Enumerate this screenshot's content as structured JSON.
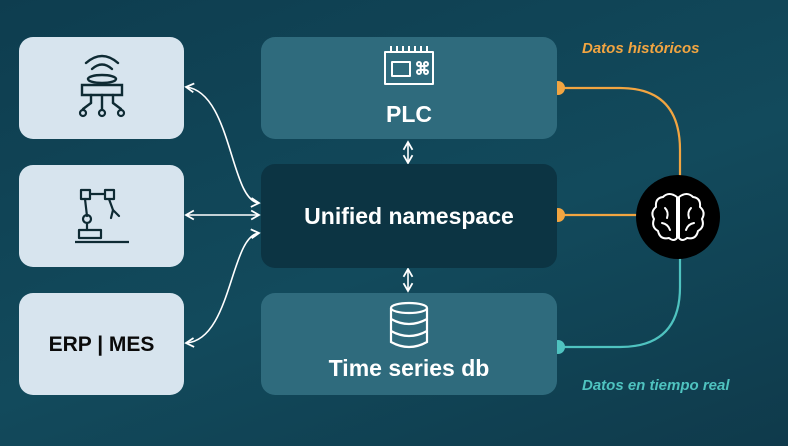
{
  "nodes": {
    "plc": {
      "label": "PLC"
    },
    "unified_namespace": {
      "label": "Unified namespace"
    },
    "time_series": {
      "label": "Time series db"
    },
    "erp_mes": {
      "label": "ERP | MES"
    }
  },
  "annotations": {
    "historical": {
      "text": "Datos históricos",
      "color": "#f2a541"
    },
    "realtime": {
      "text": "Datos en tiempo real",
      "color": "#4fc3c0"
    }
  },
  "icons": {
    "wireless_device": "wireless-device-icon",
    "robot_arm": "robot-arm-icon",
    "plc_module": "plc-module-icon",
    "database": "database-icon",
    "brain": "brain-icon"
  },
  "colors": {
    "left_box": "#d7e4ee",
    "mid_box": "#2f6b7d",
    "center_box": "#0c3443",
    "historical_line": "#f2a541",
    "realtime_line": "#4fc3c0",
    "brain_node": "#000000"
  }
}
